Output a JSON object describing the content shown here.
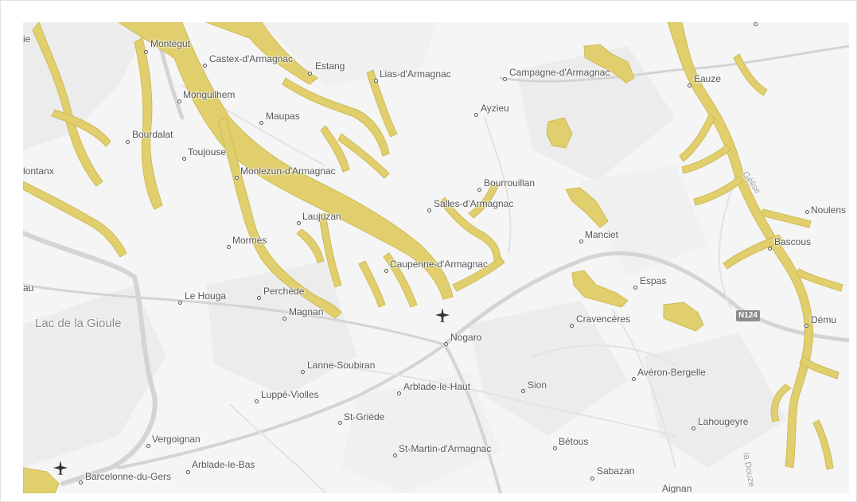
{
  "map": {
    "flood_color": "#e1cf6e",
    "flood_stroke": "#c9b750",
    "road_shield": "N124",
    "labels": {
      "montegut": "Montégut",
      "castex": "Castex-d'Armagnac",
      "estang": "Estang",
      "lias": "Lias-d'Armagnac",
      "campagne": "Campagne-d'Armagnac",
      "eauze": "Eauze",
      "monguilhem": "Monguilhem",
      "maupas": "Maupas",
      "ayzieu": "Ayzieu",
      "bourdalat": "Bourdalat",
      "toujouse": "Toujouse",
      "montanx": "lontanx",
      "monlezun": "Monlezun-d'Armagnac",
      "bourrouillan": "Bourrouillan",
      "salles": "Salles-d'Armagnac",
      "noulens": "Noulens",
      "lauiuzan": "Laujuzan",
      "manciet": "Manciet",
      "bascous": "Bascous",
      "mormes": "Mormès",
      "caupenne": "Caupenne-d'Armagnac",
      "au": "au",
      "le_houga": "Le Houga",
      "perchede": "Perchède",
      "espas": "Espas",
      "magnan": "Magnan",
      "cravenceres": "Cravencères",
      "demu": "Dému",
      "lac": "Lac de la Gioule",
      "nogaro": "Nogaro",
      "lanne": "Lanne-Soubiran",
      "averon": "Avéron-Bergelle",
      "luppe": "Luppé-Violles",
      "arblade_haut": "Arblade-le-Haut",
      "sion": "Sion",
      "st_griede": "St-Griède",
      "lahougeyre": "Lahougeyre",
      "vergoignan": "Vergoignan",
      "st_martin": "St-Martin-d'Armagnac",
      "betous": "Bétous",
      "arblade_bas": "Arblade-le-Bas",
      "barcelonne": "Barcelonne-du-Gers",
      "sabazan": "Sabazan",
      "aignan": "Aignan",
      "ie": "ie",
      "douze": "la Douze",
      "gelise": "Gélise"
    }
  }
}
